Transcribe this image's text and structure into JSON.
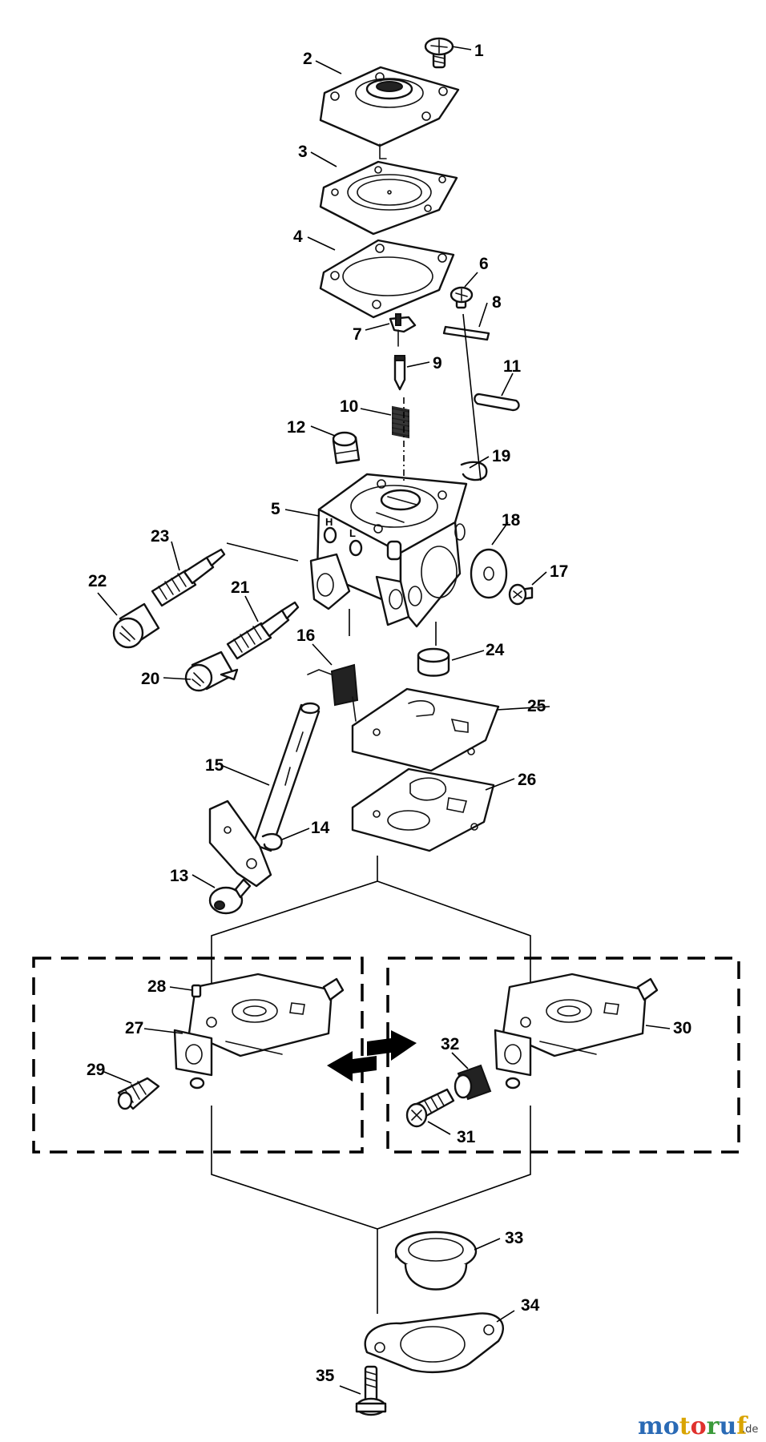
{
  "parts": [
    {
      "num": "1"
    },
    {
      "num": "2"
    },
    {
      "num": "3"
    },
    {
      "num": "4"
    },
    {
      "num": "5"
    },
    {
      "num": "6"
    },
    {
      "num": "7"
    },
    {
      "num": "8"
    },
    {
      "num": "9"
    },
    {
      "num": "10"
    },
    {
      "num": "11"
    },
    {
      "num": "12"
    },
    {
      "num": "13"
    },
    {
      "num": "14"
    },
    {
      "num": "15"
    },
    {
      "num": "16"
    },
    {
      "num": "17"
    },
    {
      "num": "18"
    },
    {
      "num": "19"
    },
    {
      "num": "20"
    },
    {
      "num": "21"
    },
    {
      "num": "22"
    },
    {
      "num": "23"
    },
    {
      "num": "24"
    },
    {
      "num": "25"
    },
    {
      "num": "26"
    },
    {
      "num": "27"
    },
    {
      "num": "28"
    },
    {
      "num": "29"
    },
    {
      "num": "30"
    },
    {
      "num": "31"
    },
    {
      "num": "32"
    },
    {
      "num": "33"
    },
    {
      "num": "34"
    },
    {
      "num": "35"
    }
  ],
  "body_markings": {
    "left": "H",
    "right": "L"
  },
  "watermark": {
    "letters": [
      "m",
      "o",
      "t",
      "o",
      "r",
      "u",
      "f"
    ],
    "colors": [
      "#2a6ab5",
      "#2a6ab5",
      "#d9a400",
      "#e0312d",
      "#3a9a3a",
      "#2a6ab5",
      "#d9a400"
    ],
    "suffix": ".de"
  }
}
